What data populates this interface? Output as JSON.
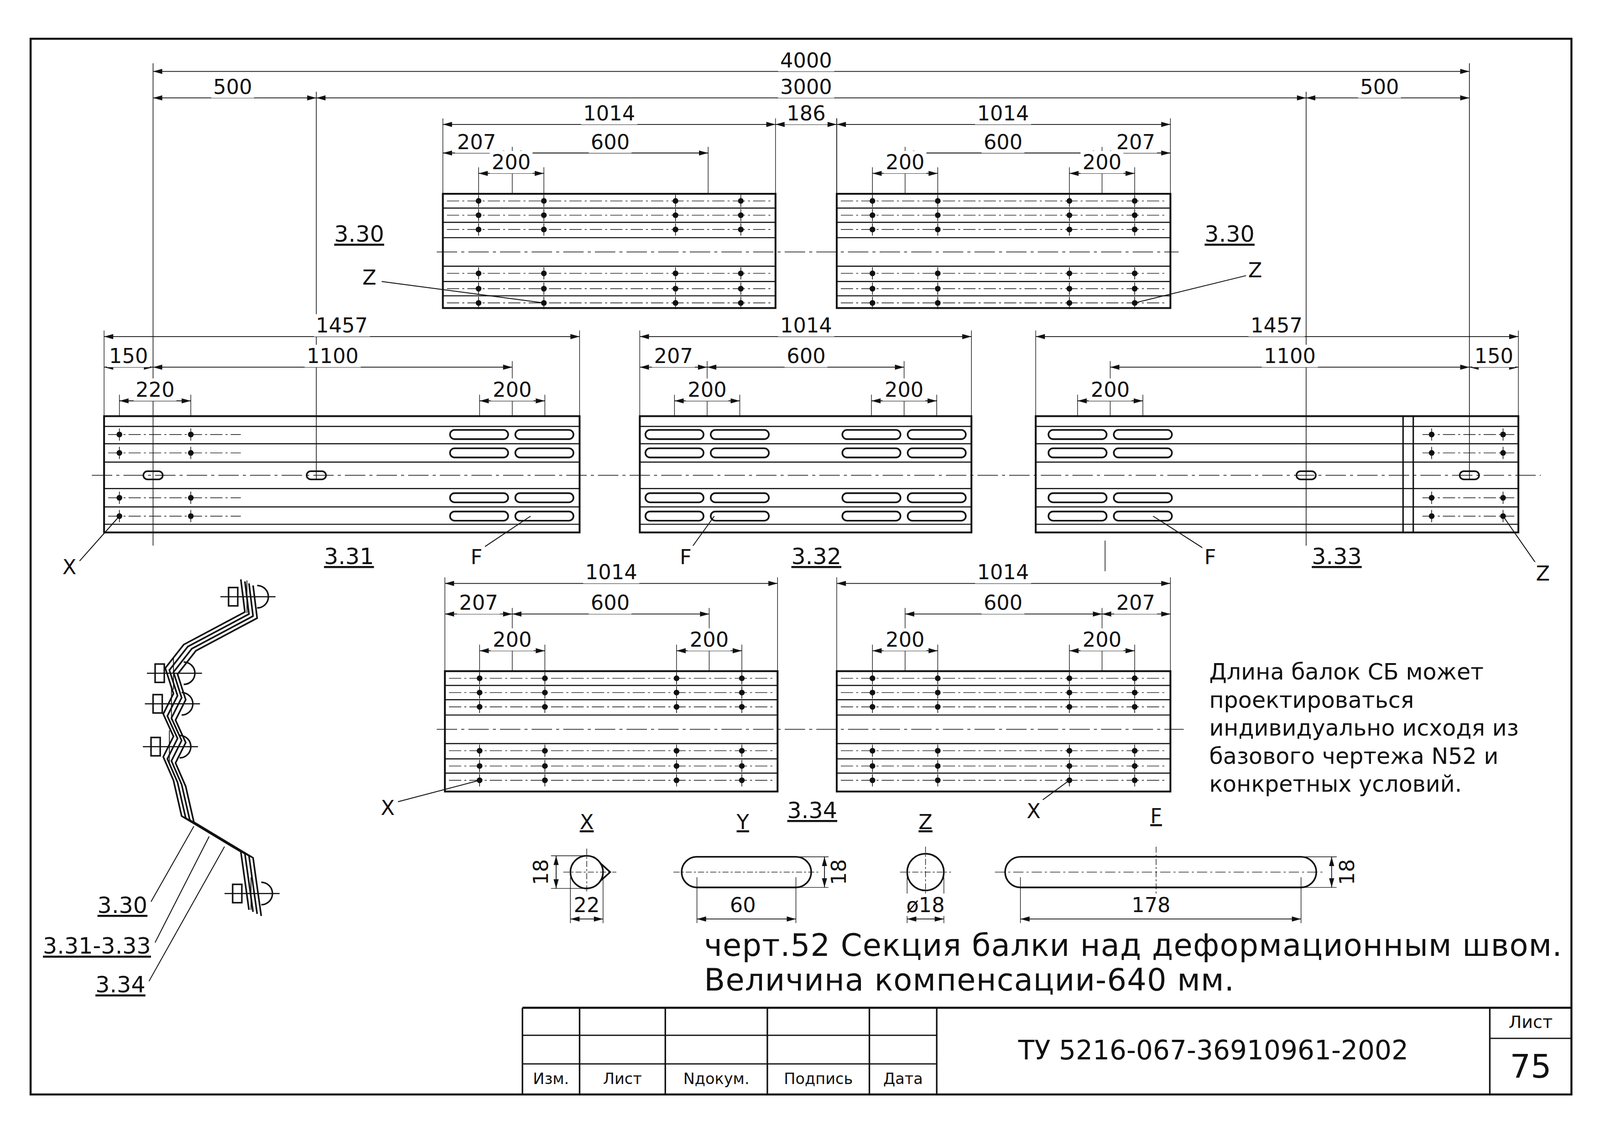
{
  "diagram": {
    "title": "черт.52 Секция балки над деформационным швом. Величина компенсации-640 мм.",
    "labels": [
      "4000",
      "500",
      "3000",
      "500",
      "1014",
      "186",
      "1014",
      "207",
      "600",
      "600",
      "207",
      "200",
      "200",
      "200",
      "3.30",
      "3.30",
      "Z",
      "Z",
      "1457",
      "1014",
      "1457",
      "150",
      "1100",
      "207",
      "600",
      "1100",
      "150",
      "220",
      "200",
      "200",
      "200",
      "200",
      "X",
      "3.31",
      "F",
      "F",
      "3.32",
      "F",
      "3.33",
      "Z",
      "1014",
      "1014",
      "207",
      "600",
      "600",
      "207",
      "200",
      "200",
      "200",
      "200",
      "Длина балок СБ может проектироваться индивидуально исходя из базового чертежа N52 и конкретных условий.",
      "X",
      "3.34",
      "X",
      "X",
      "Y",
      "Z",
      "F",
      "18",
      "18",
      "18",
      "22",
      "60",
      "ø18",
      "178",
      "3.30",
      "3.31-3.33",
      "3.34",
      "Изм.",
      "Лист",
      "Nдокум.",
      "Подпись",
      "Дата",
      "ТУ 5216-067-36910961-2002",
      "Лист",
      "75"
    ]
  }
}
